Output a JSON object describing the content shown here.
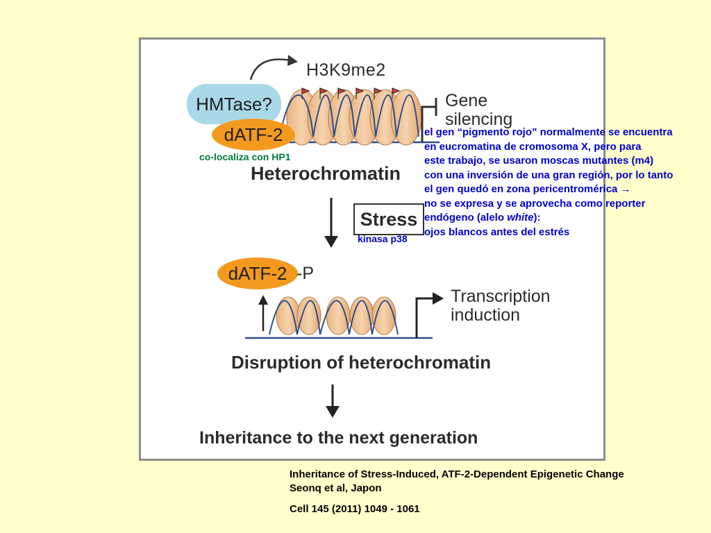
{
  "figure": {
    "h3k9me2": "H3K9me2",
    "hmtase": "HMTase?",
    "datf2_top": "dATF-2",
    "gene_silencing_line1": "Gene",
    "gene_silencing_line2": "silencing",
    "heterochromatin": "Heterochromatin",
    "stress": "Stress",
    "datf2_bottom": "dATF-2",
    "phospho_suffix": "-P",
    "transcription_line1": "Transcription",
    "transcription_line2": "induction",
    "disruption": "Disruption of heterochromatin",
    "inheritance": "Inheritance to the next generation"
  },
  "annotations": {
    "colocaliza": "co-localiza con HP1",
    "kinasa": "kinasa p38",
    "note_lines": [
      "el gen “pigmento rojo” normalmente se encuentra",
      "en eucromatina de cromosoma X, pero para",
      "este trabajo, se usaron moscas mutantes (m4)",
      "con una inversión de una gran región, por lo tanto",
      "el gen quedó en zona pericentromérica →",
      "no se expresa y se aprovecha como reporter"
    ],
    "note_line7_prefix": "endógeno (alelo ",
    "note_line7_italic": "white",
    "note_line7_suffix": "):",
    "note_line8": "ojos blancos antes del estrés"
  },
  "citation": {
    "title": "Inheritance of Stress-Induced, ATF-2-Dependent Epigenetic Change",
    "authors": "Seonq et al, Japon",
    "journal": "Cell 145 (2011) 1049 - 1061"
  },
  "colors": {
    "background": "#FFFFCC",
    "note_text": "#0000CC",
    "colocaliza_text": "#007A3D",
    "hmtase_fill": "#A9D8E8",
    "datf2_fill": "#F39A1E",
    "nucleosome_fill": "#F2C79B",
    "dna_strand": "#2E4D8C",
    "flag": "#D83A2E"
  },
  "icons": [
    "curved-arrow-icon",
    "down-arrow-icon",
    "up-arrow-icon",
    "gene-silencing-bracket-icon",
    "transcription-arrow-icon",
    "methyl-flag-icon"
  ]
}
